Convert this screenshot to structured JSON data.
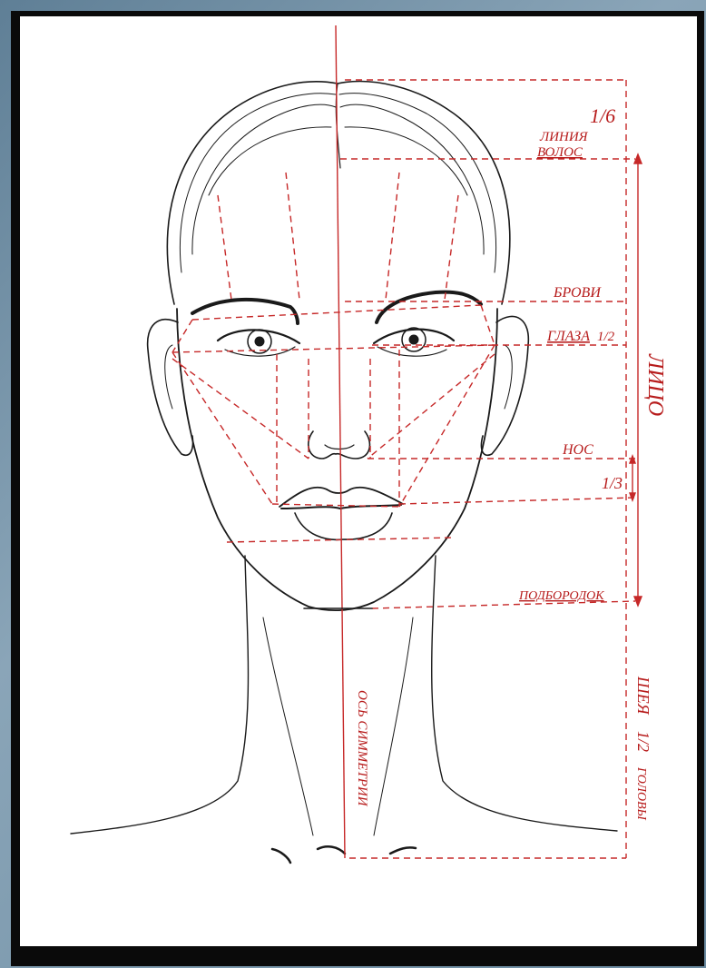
{
  "labels": {
    "one_sixth": "1/6",
    "hairline_1": "ЛИНИЯ",
    "hairline_2": "ВОЛОС",
    "brows": "БРОВИ",
    "eyes": "ГЛАЗА",
    "eyes_fraction": "1/2",
    "face": "ЛИЦО",
    "nose": "НОС",
    "one_third": "1/3",
    "chin": "ПОДБОРОДОК",
    "neck": "ШЕЯ",
    "neck_fraction": "1/2",
    "neck_suffix": "ГОЛОВЫ",
    "symmetry_axis": "ОСЬ СИММЕТРИИ"
  },
  "colors": {
    "guide": "#c62828",
    "ink": "#1a1a1a",
    "background": "#ffffff"
  }
}
